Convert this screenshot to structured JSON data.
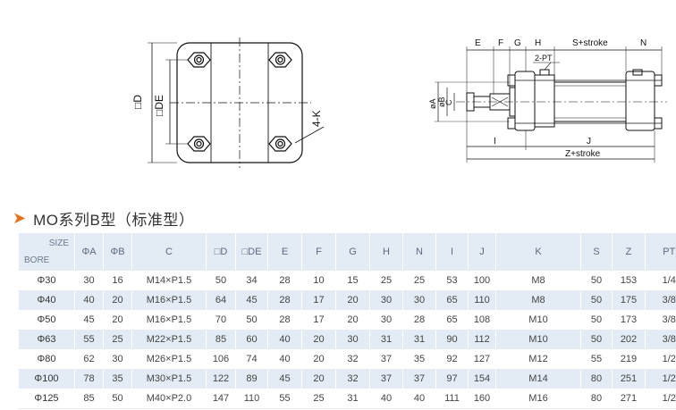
{
  "front_view": {
    "labels": {
      "d": "□D",
      "de": "□DE",
      "k": "4-K"
    }
  },
  "side_view": {
    "labels": {
      "e": "E",
      "f": "F",
      "g": "G",
      "h": "H",
      "s": "S+stroke",
      "n": "N",
      "pt": "2-PT",
      "a": "øA",
      "b": "øB",
      "c": "C",
      "i": "I",
      "j": "J",
      "z": "Z+stroke"
    }
  },
  "section": {
    "title": "MO系列B型（标准型）",
    "accent_color": "#e8721c"
  },
  "table": {
    "corner": {
      "size": "SIZE",
      "bore": "BORE"
    },
    "columns": [
      "ΦA",
      "ΦB",
      "C",
      "□D",
      "□DE",
      "E",
      "F",
      "G",
      "H",
      "N",
      "I",
      "J",
      "K",
      "S",
      "Z",
      "PT"
    ],
    "rows": [
      {
        "bore": "Φ30",
        "cells": [
          "30",
          "16",
          "M14×P1.5",
          "50",
          "34",
          "28",
          "10",
          "15",
          "25",
          "25",
          "53",
          "100",
          "M8",
          "50",
          "153",
          "1/4"
        ]
      },
      {
        "bore": "Φ40",
        "cells": [
          "40",
          "20",
          "M16×P1.5",
          "64",
          "45",
          "28",
          "17",
          "20",
          "30",
          "30",
          "65",
          "110",
          "M8",
          "50",
          "175",
          "3/8"
        ]
      },
      {
        "bore": "Φ50",
        "cells": [
          "45",
          "20",
          "M16×P1.5",
          "70",
          "50",
          "28",
          "17",
          "20",
          "30",
          "28",
          "65",
          "108",
          "M10",
          "50",
          "173",
          "3/8"
        ]
      },
      {
        "bore": "Φ63",
        "cells": [
          "55",
          "25",
          "M22×P1.5",
          "85",
          "60",
          "40",
          "20",
          "30",
          "31",
          "31",
          "90",
          "112",
          "M10",
          "50",
          "202",
          "3/8"
        ]
      },
      {
        "bore": "Φ80",
        "cells": [
          "62",
          "30",
          "M26×P1.5",
          "106",
          "74",
          "40",
          "20",
          "32",
          "37",
          "35",
          "92",
          "127",
          "M12",
          "55",
          "219",
          "1/2"
        ]
      },
      {
        "bore": "Φ100",
        "cells": [
          "78",
          "35",
          "M30×P1.5",
          "122",
          "89",
          "45",
          "20",
          "32",
          "37",
          "37",
          "97",
          "154",
          "M14",
          "80",
          "251",
          "1/2"
        ]
      },
      {
        "bore": "Φ125",
        "cells": [
          "85",
          "50",
          "M40×P2.0",
          "147",
          "110",
          "55",
          "25",
          "31",
          "40",
          "40",
          "111",
          "160",
          "M16",
          "80",
          "271",
          "1/2"
        ]
      }
    ]
  }
}
